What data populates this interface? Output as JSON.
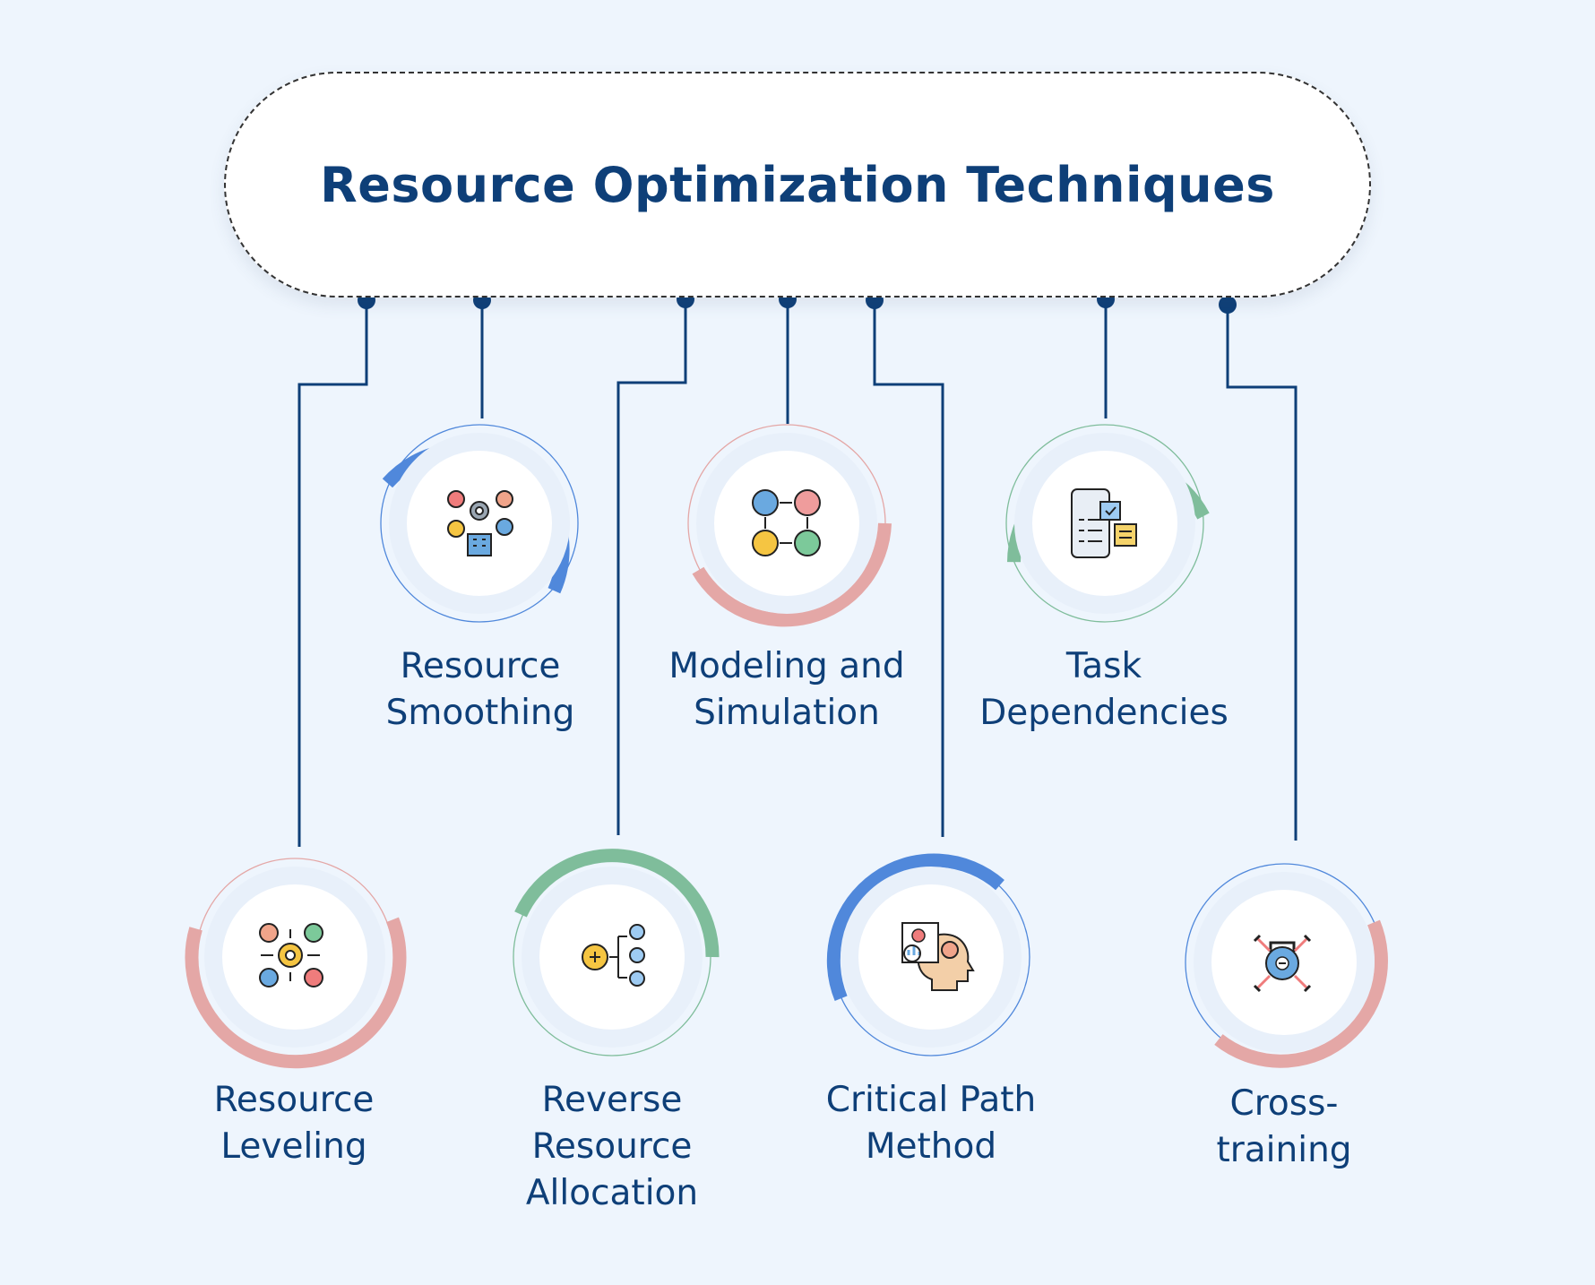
{
  "title": "Resource Optimization Techniques",
  "colors": {
    "navy": "#0e3f78",
    "blue_arc": "#5088db",
    "green_arc": "#7fbd9b",
    "pink_arc": "#e4a7a6",
    "background": "#eef5fd"
  },
  "techniques": [
    {
      "id": "resource-leveling",
      "lines": [
        "Resource",
        "Leveling"
      ],
      "icon": "people-gear-icon",
      "arc": "pink"
    },
    {
      "id": "resource-smoothing",
      "lines": [
        "Resource",
        "Smoothing"
      ],
      "icon": "resource-network-icon",
      "arc": "blue"
    },
    {
      "id": "reverse-resource-allocation",
      "lines": [
        "Reverse",
        "Resource",
        "Allocation"
      ],
      "icon": "gear-people-icon",
      "arc": "green"
    },
    {
      "id": "modeling-and-simulation",
      "lines": [
        "Modeling and",
        "Simulation"
      ],
      "icon": "process-cycle-icon",
      "arc": "pink"
    },
    {
      "id": "critical-path-method",
      "lines": [
        "Critical Path",
        "Method"
      ],
      "icon": "head-analysis-icon",
      "arc": "blue"
    },
    {
      "id": "task-dependencies",
      "lines": [
        "Task",
        "Dependencies"
      ],
      "icon": "checklist-phone-icon",
      "arc": "green"
    },
    {
      "id": "cross-training",
      "lines": [
        "Cross-",
        "training"
      ],
      "icon": "kettlebell-icon",
      "arc": "pink"
    }
  ]
}
